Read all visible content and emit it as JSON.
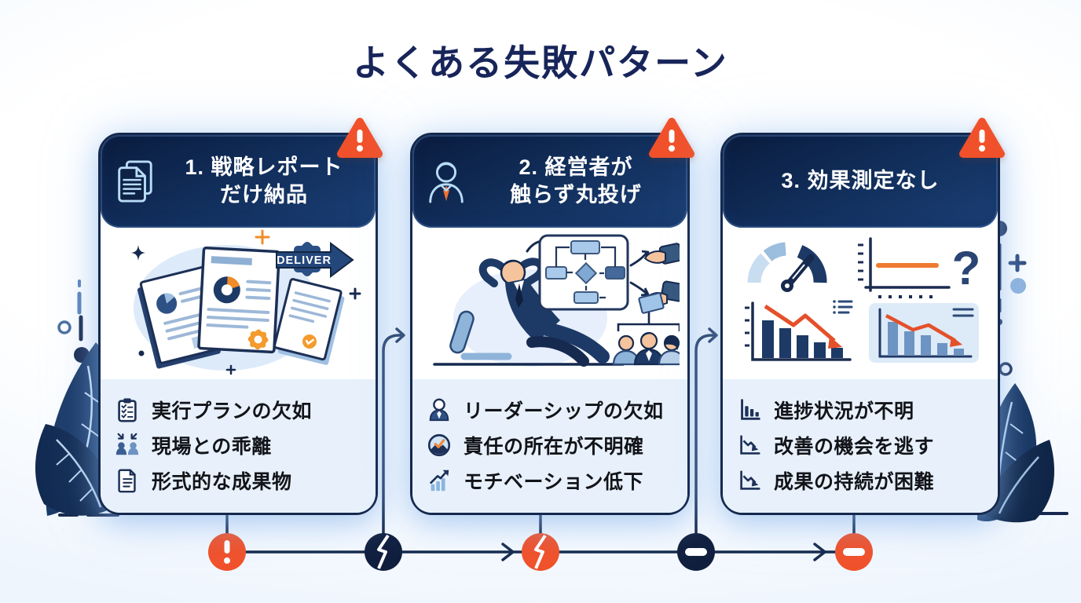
{
  "title": "よくある失敗パターン",
  "cards": [
    {
      "title_line1": "1. 戦略レポート",
      "title_line2": "だけ納品",
      "header_icon": "documents-icon",
      "warning_icon": "warning-triangle-icon",
      "deliver_label": "DELIVER",
      "bullets": [
        {
          "icon": "checklist-icon",
          "text": "実行プランの欠如"
        },
        {
          "icon": "people-divergence-icon",
          "text": "現場との乖離"
        },
        {
          "icon": "document-icon",
          "text": "形式的な成果物"
        }
      ]
    },
    {
      "title_line1": "2. 経営者が",
      "title_line2": "触らず丸投げ",
      "header_icon": "businessman-icon",
      "warning_icon": "warning-triangle-icon",
      "bullets": [
        {
          "icon": "person-icon",
          "text": "リーダーシップの欠如"
        },
        {
          "icon": "responsibility-check-icon",
          "text": "責任の所在が不明確"
        },
        {
          "icon": "chart-up-icon",
          "text": "モチベーション低下"
        }
      ]
    },
    {
      "title_line1": "3. 効果測定なし",
      "header_icon": null,
      "warning_icon": "warning-triangle-icon",
      "question_mark": "?",
      "bullets": [
        {
          "icon": "bar-chart-icon",
          "text": "進捗状況が不明"
        },
        {
          "icon": "decline-chart-icon",
          "text": "改善の機会を逃す"
        },
        {
          "icon": "decline-chart-icon",
          "text": "成果の持続が困難"
        }
      ]
    }
  ],
  "flow": {
    "nodes": [
      "exclamation",
      "break",
      "break",
      "minus",
      "minus"
    ]
  },
  "icons": {
    "warning-triangle": "⚠",
    "exclamation-node": "!",
    "break-node": "⚡",
    "minus-node": "−"
  },
  "colors": {
    "title_navy": "#18255a",
    "card_border_navy": "#15294e",
    "header_navy_dark": "#0a1c3e",
    "header_navy_light": "#1b3f74",
    "alert_orange": "#f1512a",
    "accent_orange": "#f49b2c",
    "panel_light_blue": "#e8f1fb",
    "icon_light_blue": "#b9dcf8",
    "decline_red": "#e4502a"
  }
}
